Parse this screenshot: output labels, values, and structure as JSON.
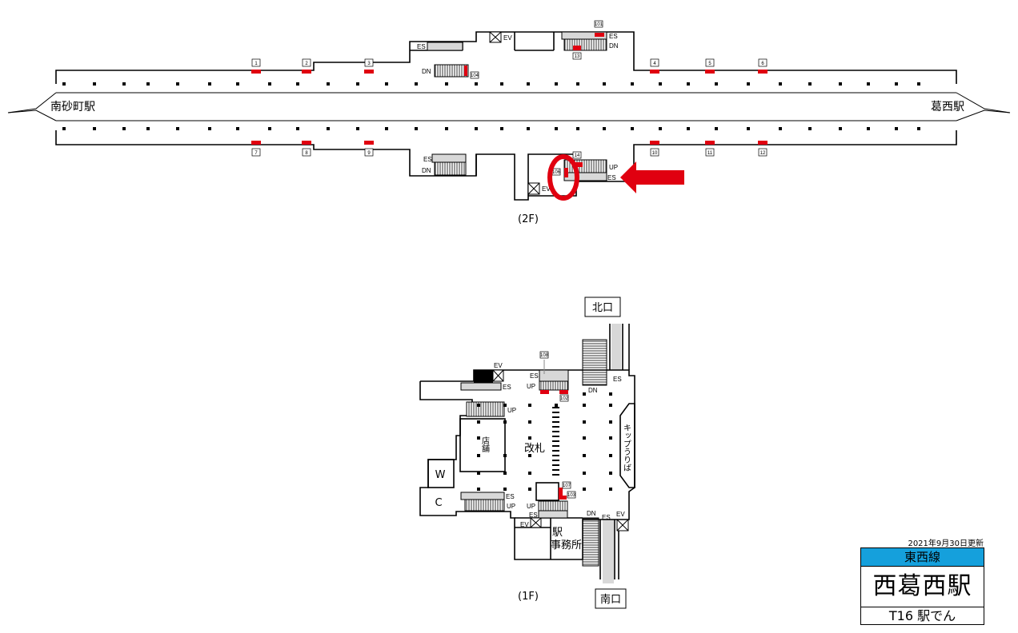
{
  "floor_2f": {
    "label": "(2F)",
    "station_left": "南砂町駅",
    "station_right": "葛西駅",
    "upper_cars": [
      "1",
      "2",
      "3",
      "4",
      "5",
      "6"
    ],
    "lower_cars": [
      "7",
      "8",
      "9",
      "10",
      "11",
      "12"
    ],
    "stair_numbers": {
      "n13": "13",
      "n14": "14",
      "n101": "101",
      "n104": "104",
      "n106": "106"
    },
    "es": "ES",
    "ev": "EV",
    "dn": "DN",
    "up": "UP"
  },
  "floor_1f": {
    "label": "(1F)",
    "north_exit": "北口",
    "south_exit": "南口",
    "ticket_gate": "改札",
    "shop": "店舗",
    "ticket_sales": "キップうりば",
    "station_office_1": "駅",
    "station_office_2": "事務所",
    "toilet": "W",
    "coin_locker": "C",
    "stair_numbers": {
      "n108": "108",
      "n102": "102",
      "n107": "107",
      "n103": "103"
    },
    "es": "ES",
    "ev": "EV",
    "dn": "DN",
    "up": "UP"
  },
  "info": {
    "updated": "2021年9月30日更新",
    "line": "東西線",
    "station": "西葛西駅",
    "code": "T16 駅でん",
    "line_color": "#15a0dc"
  },
  "highlight_color": "#e00010"
}
